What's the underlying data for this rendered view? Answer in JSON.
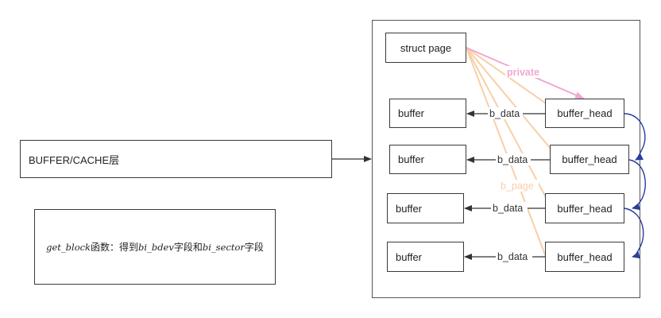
{
  "layer": {
    "label": "BUFFER/CACHE层"
  },
  "note": {
    "part1": "get_block",
    "part2": "函数：得到",
    "part3": "bi_bdev",
    "part4": "字段和",
    "part5": "bi_sector",
    "part6": "字段"
  },
  "page": {
    "label": "struct page"
  },
  "buffers": [
    "buffer",
    "buffer",
    "buffer",
    "buffer"
  ],
  "buffer_heads": [
    "buffer_head",
    "buffer_head",
    "buffer_head",
    "buffer_head"
  ],
  "edges": {
    "b_data": "b_data",
    "private": "private",
    "b_page": "b_page"
  },
  "colors": {
    "private": "#f0a8d0",
    "b_page": "#f8cfa8",
    "chain": "#2a3d9e",
    "arrow": "#333333"
  }
}
